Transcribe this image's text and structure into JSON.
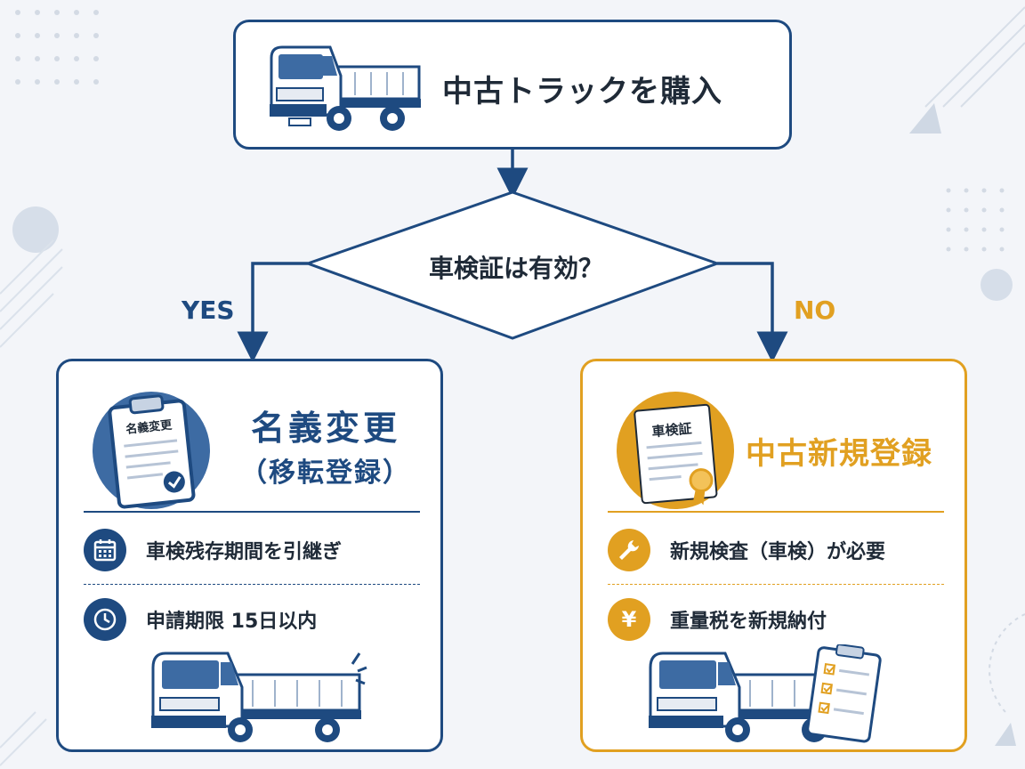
{
  "colors": {
    "navy": "#1e4a80",
    "gold": "#e1a021",
    "text": "#1f2a37",
    "background": "#f3f5f9"
  },
  "start": {
    "title": "中古トラックを購入",
    "icon": "truck-icon"
  },
  "decision": {
    "question": "車検証は有効？"
  },
  "branches": {
    "yes_label": "YES",
    "no_label": "NO"
  },
  "left_card": {
    "title": "名義変更",
    "subtitle": "（移転登録）",
    "document_label": "名義変更",
    "items": [
      {
        "icon": "calendar-icon",
        "text": "車検残存期間を引継ぎ"
      },
      {
        "icon": "clock-icon",
        "text": "申請期限 15日以内"
      }
    ]
  },
  "right_card": {
    "title": "中古新規登録",
    "document_label": "車検証",
    "items": [
      {
        "icon": "wrench-icon",
        "text": "新規検査（車検）が必要"
      },
      {
        "icon": "yen-icon",
        "text": "重量税を新規納付",
        "symbol": "¥"
      }
    ]
  }
}
